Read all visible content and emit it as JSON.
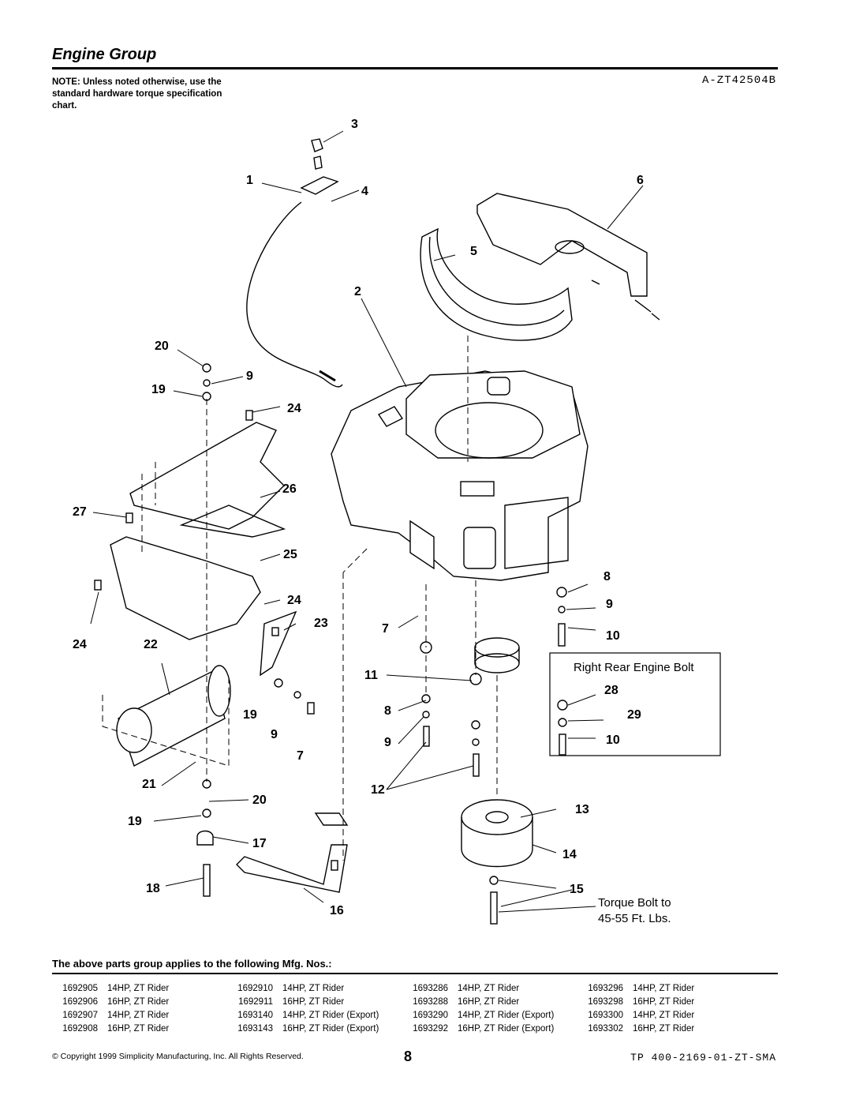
{
  "header": {
    "title": "Engine Group",
    "note": "NOTE: Unless noted otherwise, use the standard hardware torque specification chart.",
    "diagram_code": "A-ZT42504B"
  },
  "callouts": {
    "c1": "1",
    "c2": "2",
    "c3": "3",
    "c4": "4",
    "c5": "5",
    "c6": "6",
    "c7a": "7",
    "c7b": "7",
    "c8a": "8",
    "c8b": "8",
    "c9a": "9",
    "c9b": "9",
    "c9c": "9",
    "c9d": "9",
    "c10a": "10",
    "c10b": "10",
    "c11": "11",
    "c12": "12",
    "c13": "13",
    "c14": "14",
    "c15": "15",
    "c16": "16",
    "c17": "17",
    "c18": "18",
    "c19a": "19",
    "c19b": "19",
    "c19c": "19",
    "c20a": "20",
    "c20b": "20",
    "c21": "21",
    "c22": "22",
    "c23": "23",
    "c24a": "24",
    "c24b": "24",
    "c24c": "24",
    "c25": "25",
    "c26": "26",
    "c27": "27",
    "c28": "28",
    "c29": "29"
  },
  "inset_box": {
    "label": "Right Rear Engine Bolt"
  },
  "torque_note": {
    "line1": "Torque Bolt to",
    "line2": "45-55 Ft. Lbs."
  },
  "applies": {
    "heading": "The above parts group applies to the following Mfg. Nos.:",
    "rows": [
      [
        [
          "1692905",
          "14HP, ZT Rider"
        ],
        [
          "1692910",
          "14HP, ZT Rider"
        ],
        [
          "1693286",
          "14HP, ZT Rider"
        ],
        [
          "1693296",
          "14HP, ZT Rider"
        ]
      ],
      [
        [
          "1692906",
          "16HP, ZT Rider"
        ],
        [
          "1692911",
          "16HP, ZT Rider"
        ],
        [
          "1693288",
          "16HP, ZT Rider"
        ],
        [
          "1693298",
          "16HP, ZT Rider"
        ]
      ],
      [
        [
          "1692907",
          "14HP, ZT Rider"
        ],
        [
          "1693140",
          "14HP, ZT Rider (Export)"
        ],
        [
          "1693290",
          "14HP, ZT Rider (Export)"
        ],
        [
          "1693300",
          "14HP, ZT Rider"
        ]
      ],
      [
        [
          "1692908",
          "16HP, ZT Rider"
        ],
        [
          "1693143",
          "16HP, ZT Rider (Export)"
        ],
        [
          "1693292",
          "16HP, ZT Rider (Export)"
        ],
        [
          "1693302",
          "16HP, ZT Rider"
        ]
      ]
    ]
  },
  "footer": {
    "copyright": "© Copyright 1999 Simplicity Manufacturing, Inc. All Rights Reserved.",
    "page_number": "8",
    "doc_code": "TP 400-2169-01-ZT-SMA"
  }
}
